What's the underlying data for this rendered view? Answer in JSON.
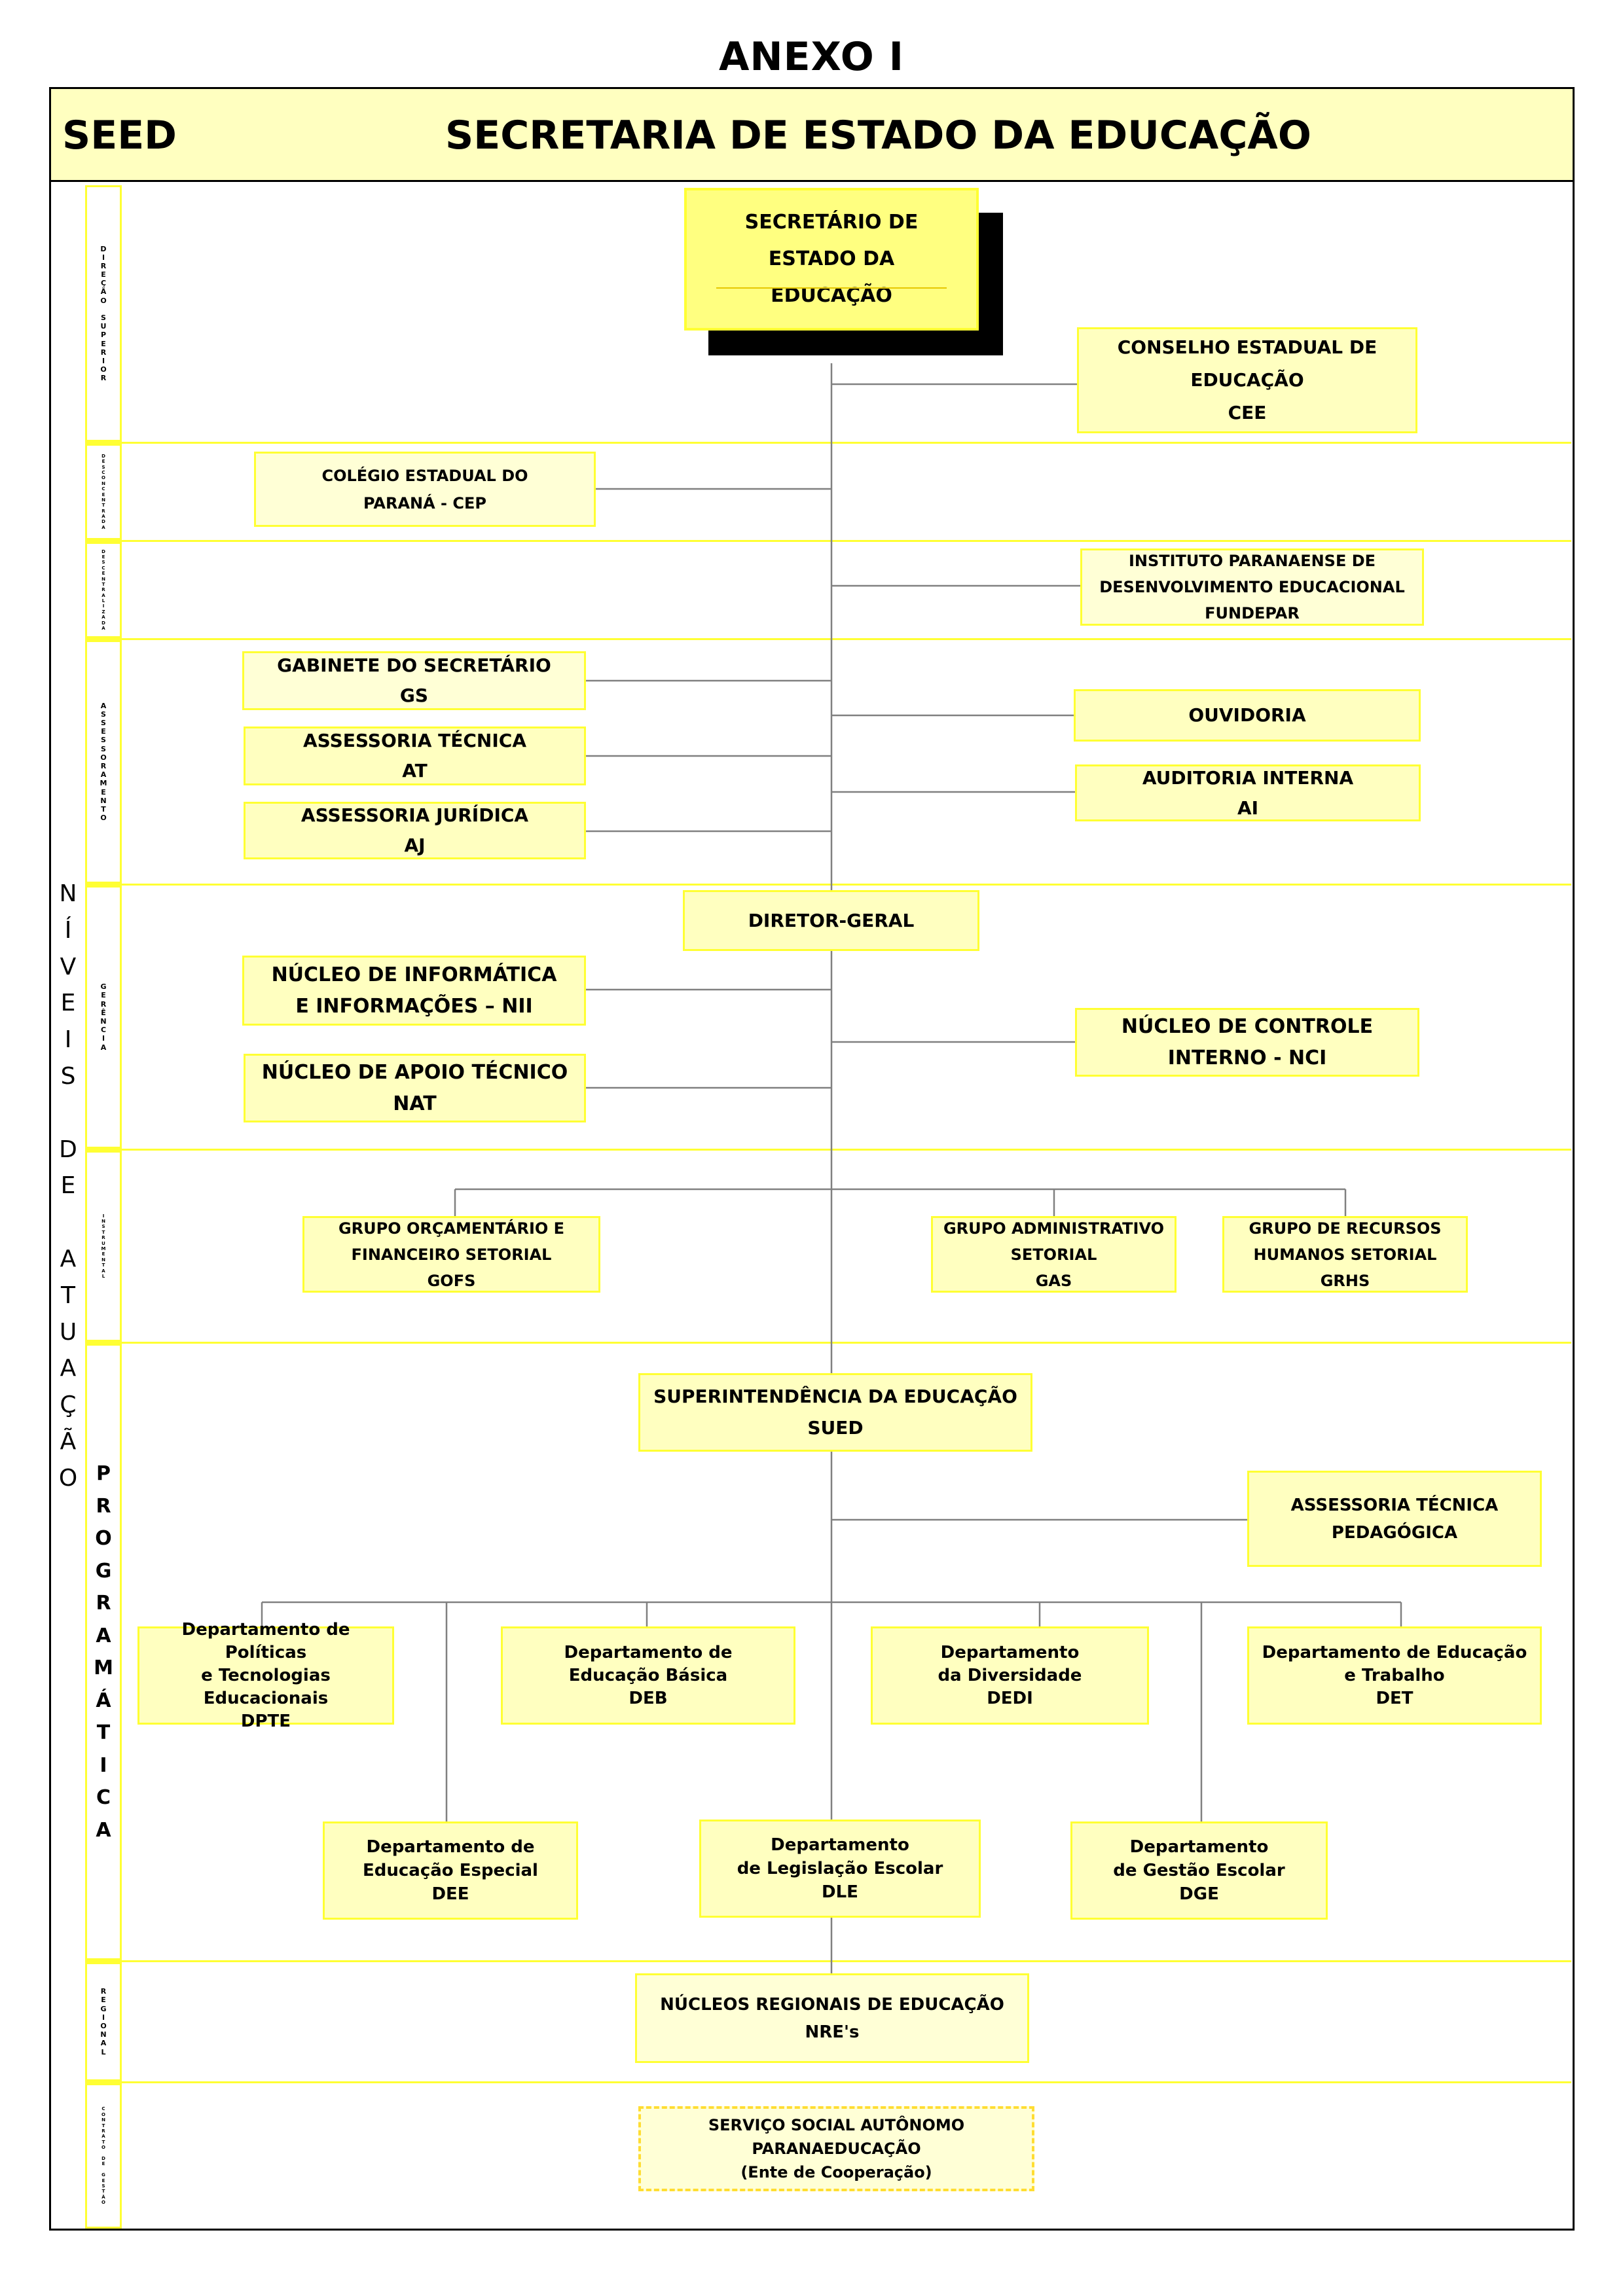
{
  "page_title": "ANEXO I",
  "header": {
    "abbr": "SEED",
    "title": "SECRETARIA DE ESTADO DA EDUCAÇÃO"
  },
  "side_label": "NÍVEIS DE ATUAÇÃO",
  "levels": {
    "direcao_superior": "DIREÇÃO SUPERIOR",
    "desconcentrada": "DESCONCENTRADA",
    "descentralizada": "DESCENTRALIZADA",
    "assessoramento": "ASSESSORAMENTO",
    "gerencia": "GERÊNCIA",
    "instrumental": "INSTRUMENTAL",
    "programatica": "PROGRAMÁTICA",
    "regional": "REGIONAL",
    "contrato_gestao": "CONTRATO DE GESTÃO"
  },
  "boxes": {
    "secretario": "SECRETÁRIO DE\nESTADO DA\nEDUCAÇÃO",
    "cee": "CONSELHO ESTADUAL DE\nEDUCAÇÃO\nCEE",
    "cep": "COLÉGIO ESTADUAL DO\nPARANÁ - CEP",
    "fundepar": "INSTITUTO PARANAENSE DE\nDESENVOLVIMENTO EDUCACIONAL\nFUNDEPAR",
    "gs": "GABINETE DO SECRETÁRIO\nGS",
    "at": "ASSESSORIA  TÉCNICA\nAT",
    "aj": "ASSESSORIA JURÍDICA\nAJ",
    "ouvidoria": "OUVIDORIA",
    "ai": "AUDITORIA INTERNA\nAI",
    "diretor": "DIRETOR-GERAL",
    "nii": "NÚCLEO DE INFORMÁTICA\nE INFORMAÇÕES – NII",
    "nat": "NÚCLEO DE APOIO TÉCNICO\nNAT",
    "nci": "NÚCLEO DE CONTROLE\nINTERNO - NCI",
    "gofs": "GRUPO ORÇAMENTÁRIO E\nFINANCEIRO  SETORIAL\nGOFS",
    "gas": "GRUPO ADMINISTRATIVO\nSETORIAL\nGAS",
    "grhs": "GRUPO DE RECURSOS\nHUMANOS SETORIAL\nGRHS",
    "sued": "SUPERINTENDÊNCIA DA EDUCAÇÃO\nSUED",
    "atp": "ASSESSORIA TÉCNICA\nPEDAGÓGICA",
    "dpte": "Departamento de Políticas\ne Tecnologias Educacionais\nDPTE",
    "deb": "Departamento   de\nEducação Básica\nDEB",
    "dedi": "Departamento\nda Diversidade\nDEDI",
    "det": "Departamento de Educação\ne Trabalho\nDET",
    "dee": "Departamento de\nEducação Especial\nDEE",
    "dle": "Departamento\nde Legislação Escolar\nDLE",
    "dge": "Departamento\nde Gestão Escolar\nDGE",
    "nre": "NÚCLEOS REGIONAIS DE EDUCAÇÃO\nNRE's",
    "paranaeducacao": "SERVIÇO SOCIAL AUTÔNOMO\nPARANAEDUCAÇÃO\n(Ente de Cooperação)"
  },
  "colors": {
    "box_fill": "#ffffc0",
    "box_border": "#ffff33",
    "header_fill": "#ffffc0",
    "lines": "#808080"
  }
}
